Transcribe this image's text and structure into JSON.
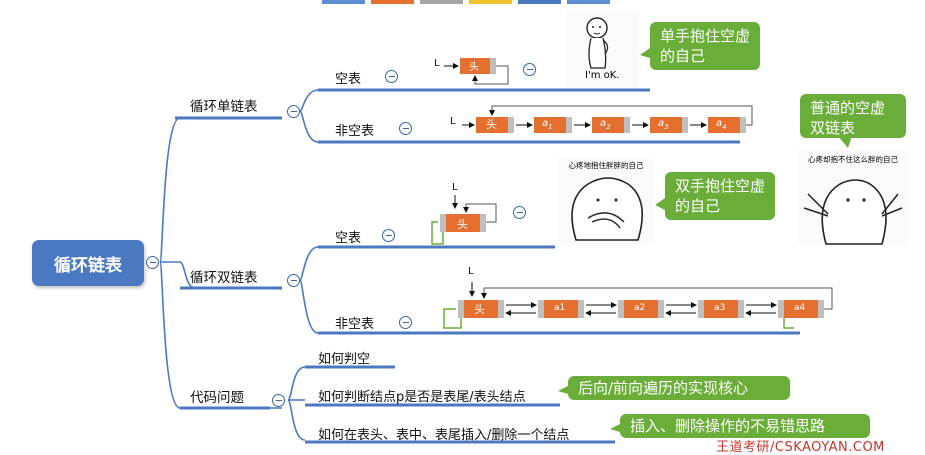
{
  "mindmap": {
    "root": "循环链表",
    "branches": [
      {
        "label": "循环单链表",
        "children": [
          "空表",
          "非空表"
        ]
      },
      {
        "label": "循环双链表",
        "children": [
          "空表",
          "非空表"
        ]
      },
      {
        "label": "代码问题",
        "children": [
          "如何判空",
          "如何判断结点p是否是表尾/表头结点",
          "如何在表头、表中、表尾插入/删除一个结点"
        ]
      }
    ]
  },
  "diagrams": {
    "head_label": "头",
    "pointer_label": "L",
    "single_nodes": [
      "a",
      "a",
      "a",
      "a"
    ],
    "single_subs": [
      "1",
      "2",
      "3",
      "4"
    ],
    "double_nodes": [
      "a1",
      "a2",
      "a3",
      "a4"
    ]
  },
  "callouts": {
    "single_empty": "单手抱住空虚的自己",
    "double_empty": "双手抱住空虚的自己",
    "double_list": "普通的空虚双链表",
    "traverse": "后向/前向遍历的实现核心",
    "insert_delete": "插入、删除操作的不易错思路"
  },
  "memes": {
    "one_caption": "I'm oK.",
    "two_caption": "心疼地抱住胖胖的自己",
    "three_caption": "心疼却抱不住这么胖的自己"
  },
  "footer": {
    "watermark": "王道考研/CSKAOYAN.COM"
  },
  "colors": {
    "root_bg": "#4a79c2",
    "line": "#3b63a5",
    "underline": "#4a79c2",
    "callout": "#6aae39",
    "head_node": "#e46f2e",
    "node_tail": "#bfbfbf"
  },
  "top_strip_colors": [
    "#5b8fd1",
    "#e46f2e",
    "#a5a5a5",
    "#f2c12e",
    "#4a79c2",
    "#5b8fd1"
  ]
}
